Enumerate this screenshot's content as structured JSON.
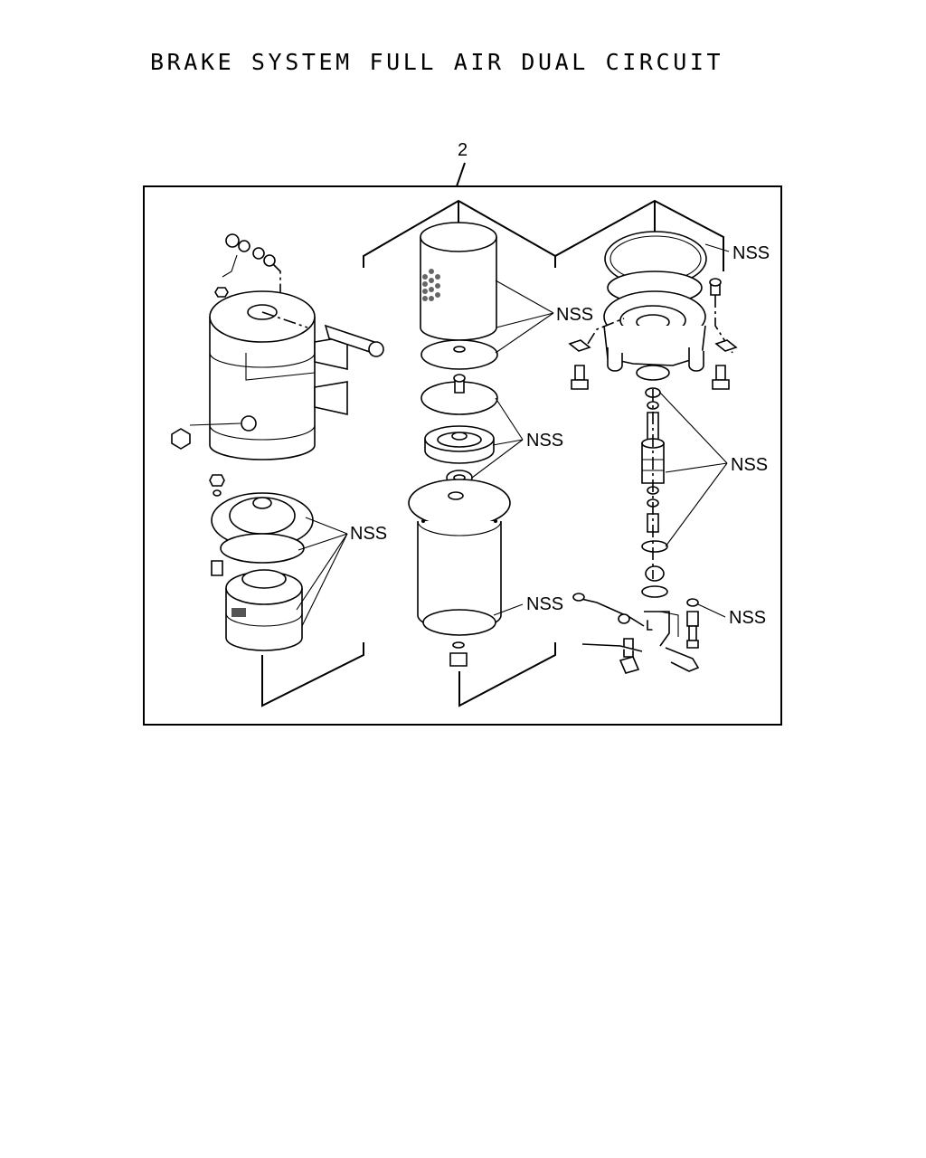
{
  "title": "BRAKE SYSTEM FULL AIR DUAL CIRCUIT",
  "item_callout": "2",
  "labels": {
    "nss": "NSS"
  },
  "colors": {
    "ink": "#000000",
    "paper": "#ffffff"
  }
}
